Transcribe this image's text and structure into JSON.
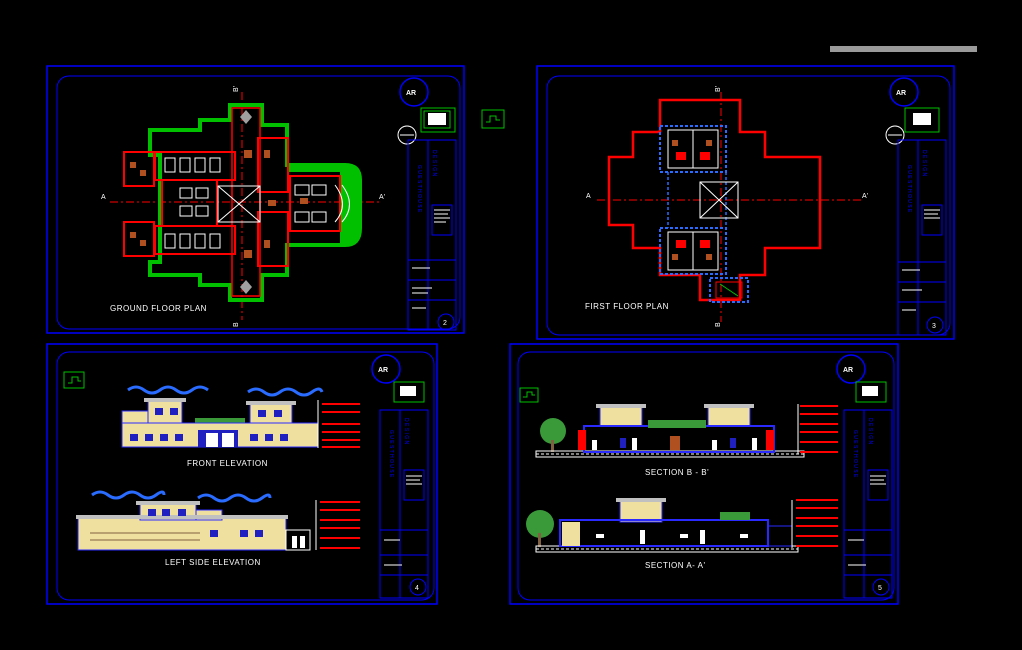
{
  "sheets": [
    {
      "title": "GROUND FLOOR PLAN",
      "stamp": "AR",
      "sheet_no": "2",
      "cut_a": "A",
      "cut_a2": "A'",
      "cut_b": "B",
      "cut_b2": "B'"
    },
    {
      "title": "FIRST FLOOR PLAN",
      "stamp": "AR",
      "sheet_no": "3",
      "cut_a": "A",
      "cut_a2": "A'",
      "cut_b": "B",
      "cut_b2": "B'"
    },
    {
      "titles": [
        "FRONT ELEVATION",
        "LEFT SIDE ELEVATION"
      ],
      "stamp": "AR",
      "sheet_no": "4"
    },
    {
      "titles": [
        "SECTION  B - B'",
        "SECTION  A- A'"
      ],
      "stamp": "AR",
      "sheet_no": "5"
    }
  ],
  "colors": {
    "background": "#000000",
    "frame": "#0000ff",
    "wall": "#ff0000",
    "green": "#00c000",
    "yellow": "#ffff00",
    "white": "#ffffff",
    "beige": "#f0e0a0"
  }
}
